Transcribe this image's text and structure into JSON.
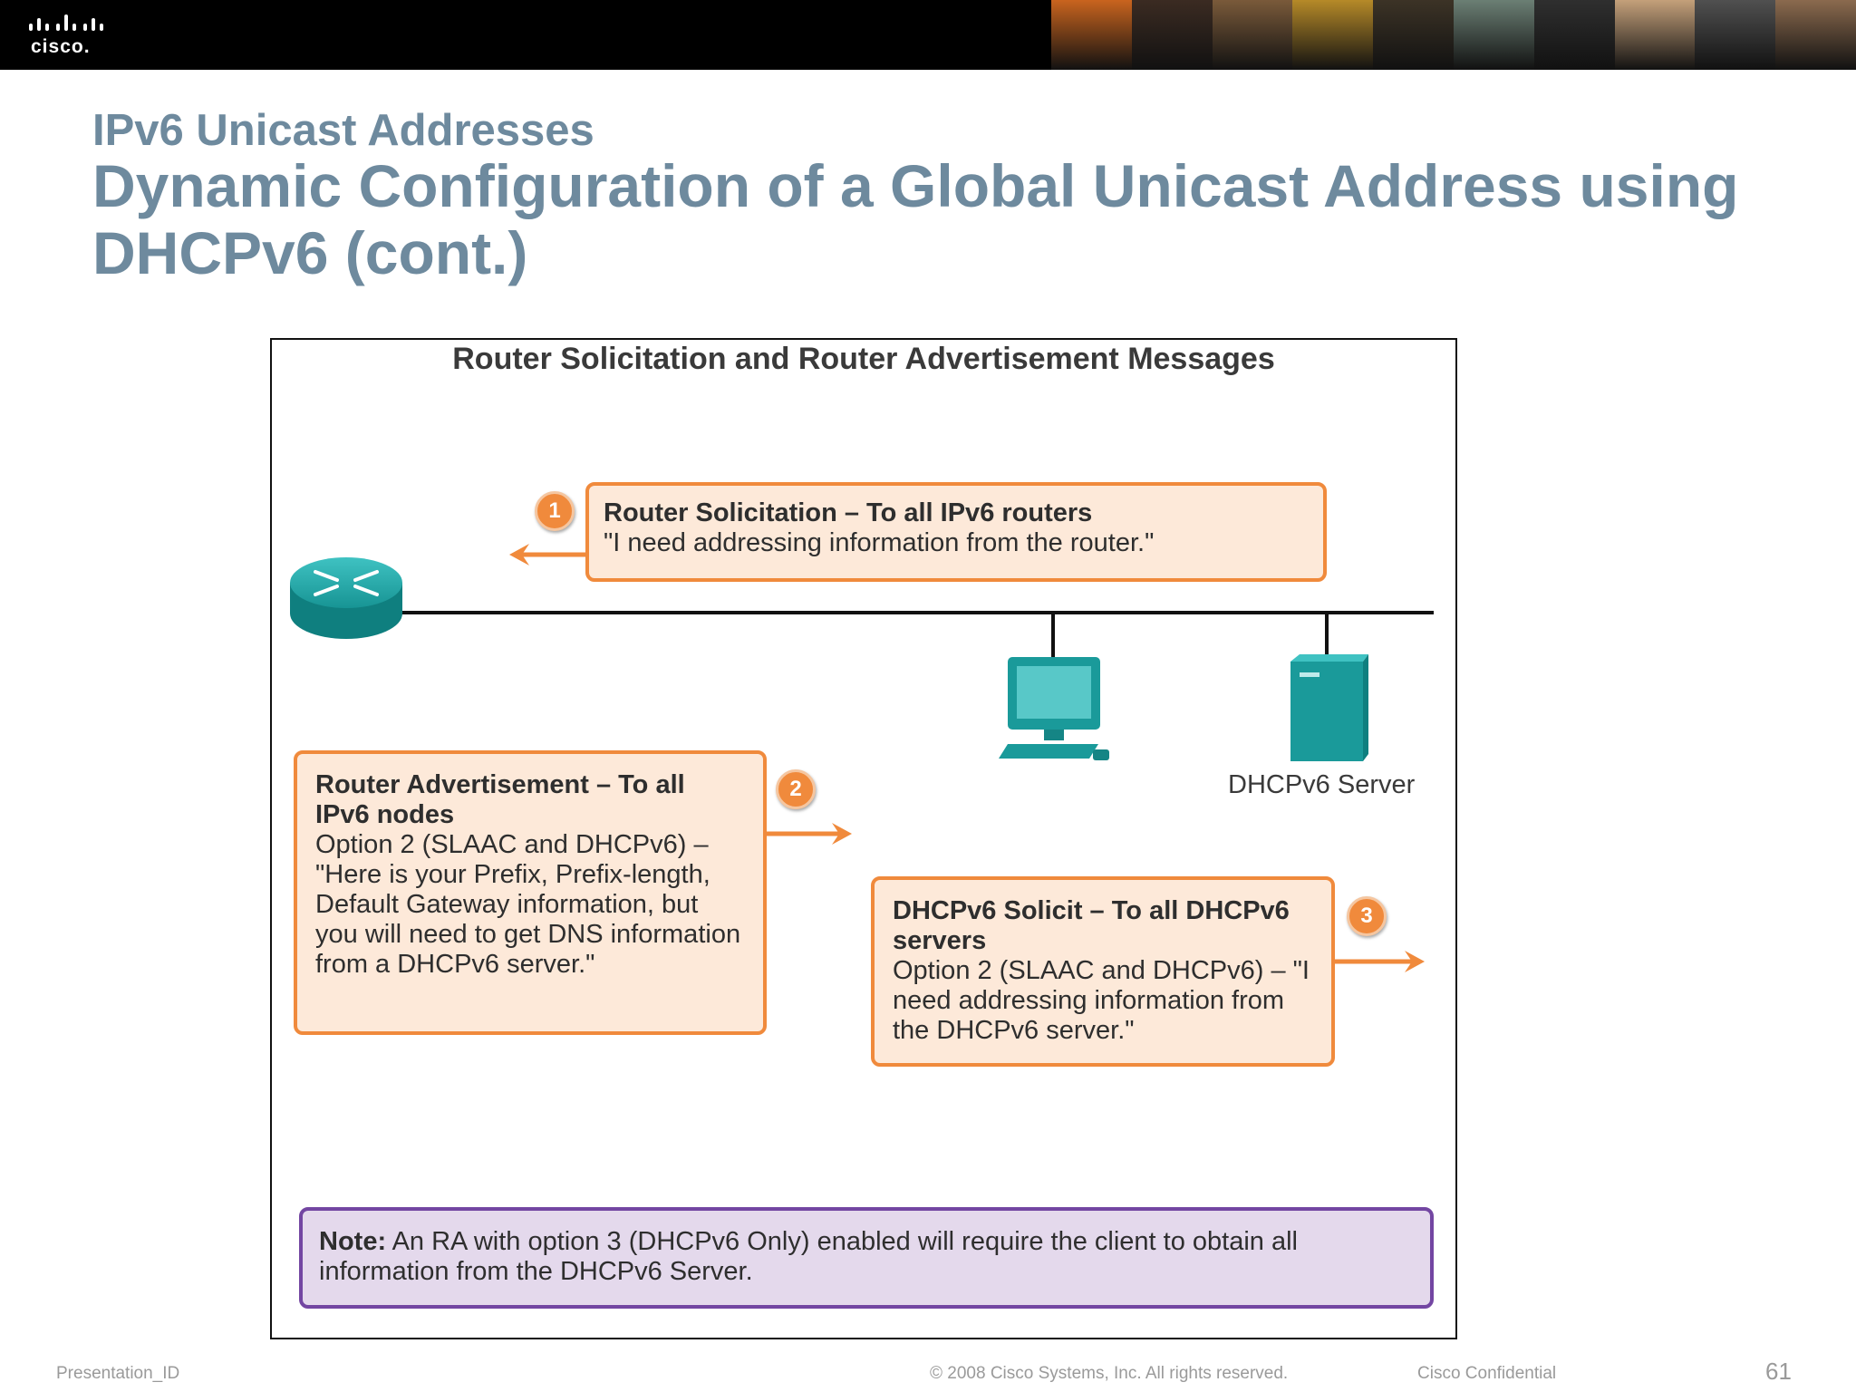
{
  "header": {
    "logo_text": "cisco.",
    "logo_icon": "cisco-bridge-logo-icon",
    "photo_strip": [
      "#c9641e",
      "#3b2b22",
      "#7a5a3a",
      "#b68a28",
      "#3c3326",
      "#6b7f74",
      "#2f2f2f",
      "#c4a07a",
      "#505050",
      "#8b6a4e"
    ]
  },
  "slide": {
    "subtitle": "IPv6 Unicast Addresses",
    "title": "Dynamic Configuration of a Global Unicast Address using DHCPv6 (cont.)"
  },
  "figure": {
    "title": "Router Solicitation and Router Advertisement Messages",
    "icons": {
      "router": "router-icon",
      "pc": "pc-icon",
      "server": "server-icon",
      "arrow": "arrow-icon"
    },
    "server_label": "DHCPv6 Server",
    "callouts": [
      {
        "badge": "1",
        "head": "Router Solicitation – To all IPv6 routers",
        "body": "\"I need addressing information from the router.\""
      },
      {
        "badge": "2",
        "head": "Router Advertisement – To all IPv6 nodes",
        "body": "Option 2 (SLAAC and DHCPv6) – \"Here is your Prefix, Prefix-length, Default Gateway information, but you will need to get DNS information from a DHCPv6 server.\""
      },
      {
        "badge": "3",
        "head": "DHCPv6 Solicit – To all DHCPv6 servers",
        "body": "Option 2 (SLAAC and DHCPv6) – \"I need addressing information from the DHCPv6 server.\""
      }
    ],
    "note": {
      "label": "Note:",
      "text": " An RA with option 3 (DHCPv6 Only) enabled will require the client to obtain all information from the DHCPv6 Server."
    },
    "colors": {
      "callout_fill": "#fde9d9",
      "callout_border": "#f08a3c",
      "device_teal": "#1a9a9a",
      "note_fill": "#e4d9ec",
      "note_border": "#7346a2"
    }
  },
  "footer": {
    "left": "Presentation_ID",
    "copyright": "© 2008 Cisco Systems, Inc. All rights reserved.",
    "confidential": "Cisco Confidential",
    "page": "61"
  }
}
